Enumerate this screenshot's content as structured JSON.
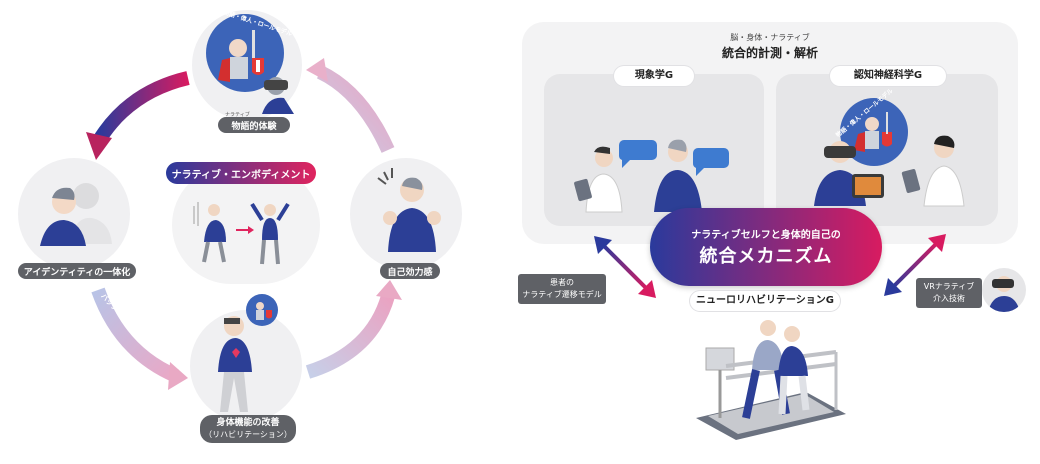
{
  "left_cycle": {
    "story_bubble": "物語・偉人・ロールモデル",
    "story_label_ruby": "ナラティブ",
    "story_label": "物語的体験",
    "identity_label": "アイデンティティの一体化",
    "efficacy_label": "自己効力感",
    "rehab_label_line1": "身体機能の改善",
    "rehab_label_line2": "（リハビリテーション）",
    "projection_text": "バックプロジェクション",
    "center_title": "ナラティブ・エンボディメント"
  },
  "right_panel": {
    "header_small": "脳・身体・ナラティブ",
    "header_main": "統合的計測・解析",
    "group_left": "現象学G",
    "group_right": "認知神経科学G",
    "story_bubble": "物語・偉人・ロールモデル",
    "center_line1": "ナラティブセルフと身体的自己の",
    "center_line2": "統合メカニズム",
    "neuro_group": "ニューロリハビリテーションG",
    "patient_tag_line1": "患者の",
    "patient_tag_line2": "ナラティブ遷移モデル",
    "vr_tag_line1": "VRナラティブ",
    "vr_tag_line2": "介入技術"
  },
  "colors": {
    "gradient_start": "#2a3a9c",
    "gradient_end": "#d81b60",
    "pink": "#e9a9c4",
    "navy": "#2c3f96",
    "gray_tag": "#5f6166"
  }
}
